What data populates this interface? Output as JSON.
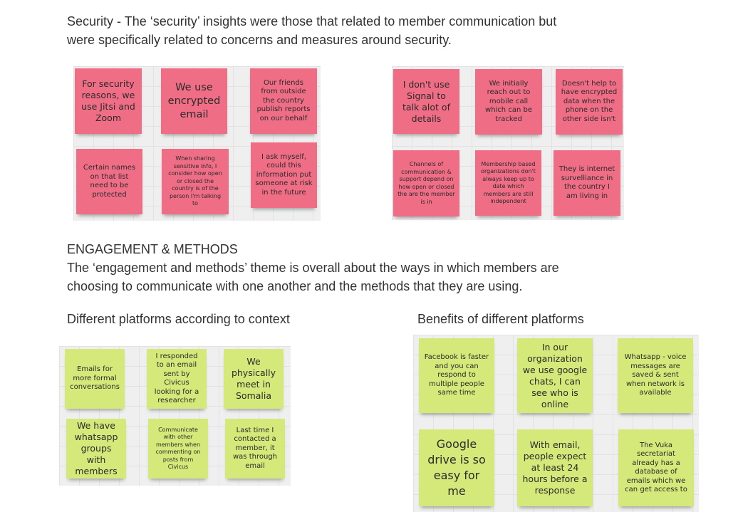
{
  "security": {
    "line1": "Security - The ‘security’ insights were those that related to member communication but",
    "line2": "were specifically related to concerns and measures around security.",
    "board_left": [
      "For security reasons, we use Jitsi and Zoom",
      "We use encrypted email",
      "Our friends from outside the country publish reports on our behalf",
      "Certain names on that list need to be protected",
      "When sharing sensitive info, I consider how open or closed the country is of the person I'm talking to",
      "I ask myself, could this information put someone at risk in the future"
    ],
    "board_right": [
      "I don't use Signal to talk alot of details",
      "We initially reach out to mobile call which can be tracked",
      "Doesn't help to have encrypted data when the phone on the other side isn't",
      "Channels of communication & support depend on how open or closed the are the member is in",
      "Membership based organizations don't always keep up to date which members are still independent",
      "They is internet survelliance in the country I am living in"
    ]
  },
  "engagement": {
    "heading": "ENGAGEMENT & METHODS",
    "line1": "The ‘engagement and methods’ theme is overall about the ways in which members are",
    "line2": "choosing to communicate with one another and the methods that they are using.",
    "left_heading": "Different platforms according to context",
    "right_heading": "Benefits of different platforms",
    "board_left": [
      "Emails for more formal conversations",
      "I responded to an email sent by Civicus looking for a researcher",
      "We physically meet in Somalia",
      "We have whatsapp groups with members",
      "Communicate with other members when commenting on posts from Civicus",
      "Last time I contacted a member, it was through email"
    ],
    "board_right": [
      "Facebook is faster and you can respond to multiple people same time",
      "In our organization we use google chats, I can see who is online",
      "Whatsapp - voice messages are saved & sent when network is available",
      "Google drive is so easy for me",
      "With email, people expect at least 24 hours before a response",
      "The Vuka secretariat already has a database of emails which we can get access to"
    ]
  },
  "colors": {
    "pink_note": "#f06d86",
    "green_note": "#d5e87a",
    "board": "#efefef"
  }
}
